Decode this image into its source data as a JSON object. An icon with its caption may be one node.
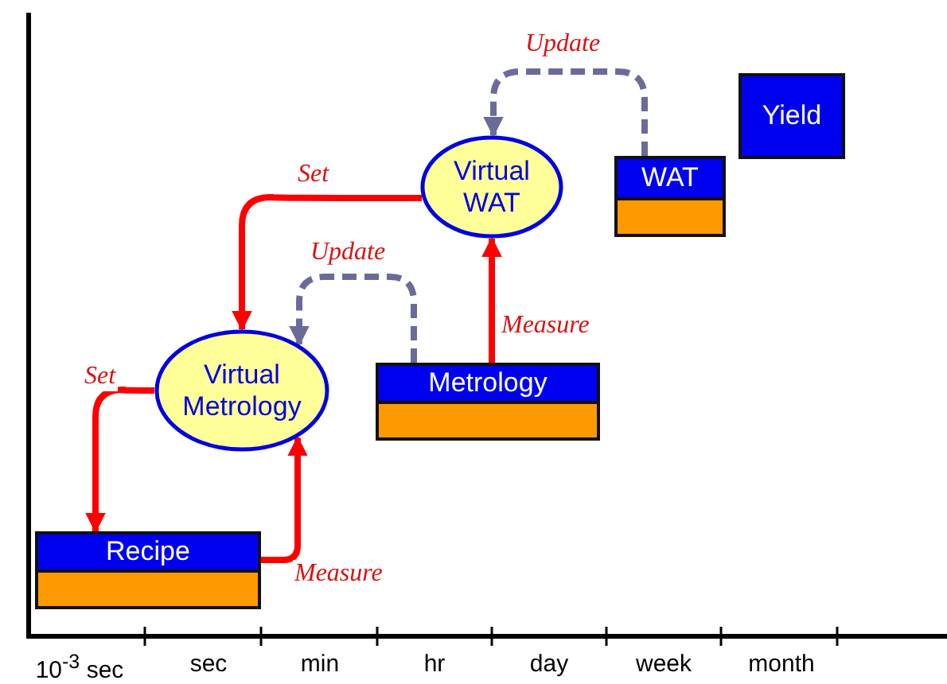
{
  "diagram": {
    "nodes": [
      {
        "text": [
          "Virtual WAT"
        ]
      },
      {
        "text": [
          "WAT"
        ]
      },
      {
        "text": [
          "Yield"
        ]
      },
      {
        "text": [
          "Virtual Metrology"
        ]
      },
      {
        "text": [
          "Metrology"
        ]
      },
      {
        "text": [
          "Recipe"
        ]
      }
    ],
    "edges": [
      {
        "from": 1,
        "to": 0,
        "arrow": "to",
        "label": "Update",
        "style": "dashed",
        "color": "#6b6b9b"
      },
      {
        "from": 0,
        "to": 3,
        "arrow": "to",
        "label": "Set"
      },
      {
        "from": 4,
        "to": 3,
        "arrow": "to",
        "label": "Update",
        "style": "dashed",
        "color": "#6b6b9b"
      },
      {
        "from": 4,
        "to": 0,
        "arrow": "to",
        "label": "Measure"
      },
      {
        "from": 3,
        "to": 5,
        "arrow": "to",
        "label": "Set"
      },
      {
        "from": 5,
        "to": 3,
        "arrow": "to",
        "label": "Measure"
      }
    ],
    "labels": [
      "10$^{-3}$ sec",
      "sec",
      "min",
      "hr",
      "day",
      "week",
      "month"
    ]
  }
}
